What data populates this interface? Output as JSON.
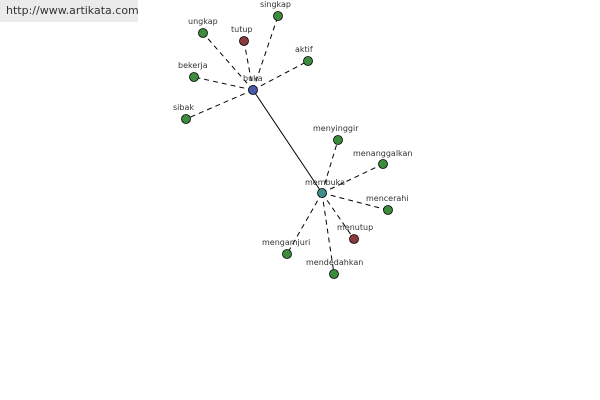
{
  "source_url": "http://www.artikata.com",
  "colors": {
    "hub_buka": "#4a5aa8",
    "hub_membuka": "#3f8d8d",
    "synonym": "#3d8b3d",
    "antonym": "#8b3a3a"
  },
  "graph": {
    "hubs": [
      {
        "id": "buka",
        "label": "buka",
        "kind": "hub_buka"
      },
      {
        "id": "membuka",
        "label": "membuka",
        "kind": "hub_membuka"
      }
    ],
    "nodes": [
      {
        "id": "ungkap",
        "label": "ungkap",
        "kind": "synonym",
        "hub": "buka"
      },
      {
        "id": "tutup",
        "label": "tutup",
        "kind": "antonym",
        "hub": "buka"
      },
      {
        "id": "singkap",
        "label": "singkap",
        "kind": "synonym",
        "hub": "buka"
      },
      {
        "id": "aktif",
        "label": "aktif",
        "kind": "synonym",
        "hub": "buka"
      },
      {
        "id": "bekerja",
        "label": "bekerja",
        "kind": "synonym",
        "hub": "buka"
      },
      {
        "id": "sibak",
        "label": "sibak",
        "kind": "synonym",
        "hub": "buka"
      },
      {
        "id": "menyinggir",
        "label": "menyinggir",
        "kind": "synonym",
        "hub": "membuka"
      },
      {
        "id": "menanggalkan",
        "label": "menanggalkan",
        "kind": "synonym",
        "hub": "membuka"
      },
      {
        "id": "mencerahi",
        "label": "mencerahi",
        "kind": "synonym",
        "hub": "membuka"
      },
      {
        "id": "menutup",
        "label": "menutup",
        "kind": "antonym",
        "hub": "membuka"
      },
      {
        "id": "mengamjuri",
        "label": "mengamjuri",
        "kind": "synonym",
        "hub": "membuka"
      },
      {
        "id": "mendedahkan",
        "label": "mendedahkan",
        "kind": "synonym",
        "hub": "membuka"
      }
    ],
    "hub_link": {
      "from": "buka",
      "to": "membuka"
    }
  }
}
